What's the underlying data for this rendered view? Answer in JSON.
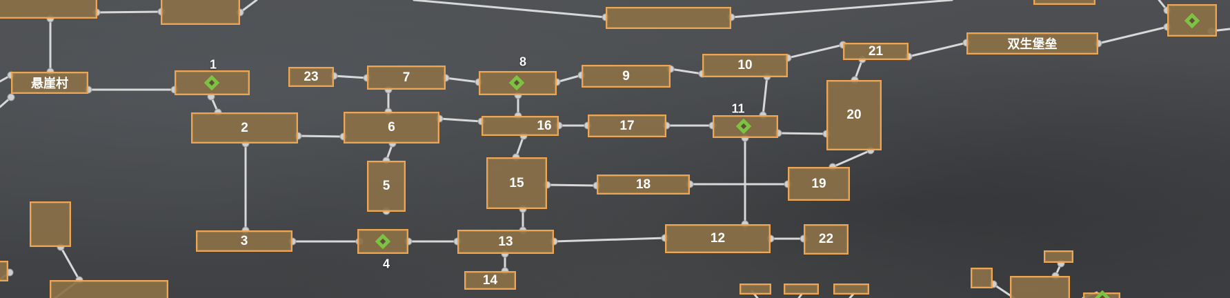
{
  "map": {
    "background_color": "#4a4c4f",
    "node_fill": "#8a7048",
    "node_border": "#f0a650",
    "link_color": "#d8d8d8",
    "warp_color": "#7dc242",
    "landmarks": {
      "cliff_village": "悬崖村",
      "twin_fortress": "双生堡垒"
    },
    "rooms": {
      "r1": "1",
      "r2": "2",
      "r3": "3",
      "r4": "4",
      "r5": "5",
      "r6": "6",
      "r7": "7",
      "r8": "8",
      "r9": "9",
      "r10": "10",
      "r11": "11",
      "r12": "12",
      "r13": "13",
      "r14": "14",
      "r15": "15",
      "r16": "16",
      "r17": "17",
      "r18": "18",
      "r19": "19",
      "r20": "20",
      "r21": "21",
      "r22": "22",
      "r23": "23"
    },
    "warp_icon": "teleport-diamond-icon"
  }
}
